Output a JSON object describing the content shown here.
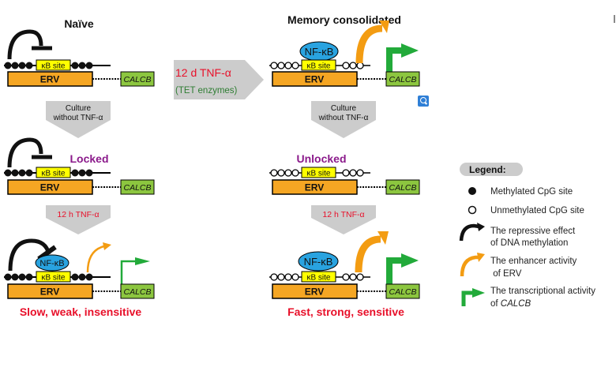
{
  "panels": {
    "naive": {
      "title": "Naïve",
      "kb_site": "κB site",
      "erv": "ERV",
      "gene": "CALCB"
    },
    "memory": {
      "title": "Memory consolidated",
      "nfkb": "NF-κB",
      "kb_site": "κB site",
      "erv": "ERV",
      "gene": "CALCB"
    },
    "locked": {
      "title": "Locked",
      "kb_site": "κB site",
      "erv": "ERV",
      "gene": "CALCB"
    },
    "unlocked": {
      "title": "Unlocked",
      "kb_site": "κB site",
      "erv": "ERV",
      "gene": "CALCB"
    },
    "slow": {
      "nfkb": "NF-κB",
      "kb_site": "κB site",
      "erv": "ERV",
      "gene": "CALCB",
      "caption": "Slow, weak, insensitive"
    },
    "fast": {
      "nfkb": "NF-κB",
      "kb_site": "κB site",
      "erv": "ERV",
      "gene": "CALCB",
      "caption": "Fast, strong, sensitive"
    }
  },
  "arrows": {
    "treatment_right": {
      "line1": "12 d TNF-α",
      "line2": "(TET enzymes)"
    },
    "culture_left": {
      "line1": "Culture",
      "line2": "without TNF-α"
    },
    "culture_right": {
      "line1": "Culture",
      "line2": "without TNF-α"
    },
    "tnf_left": {
      "line1": "12 h TNF-α"
    },
    "tnf_right": {
      "line1": "12 h TNF-α"
    }
  },
  "legend": {
    "title": "Legend:",
    "items": [
      {
        "label1": "Methylated CpG site",
        "label2": ""
      },
      {
        "label1": "Unmethylated CpG site",
        "label2": ""
      },
      {
        "label1": "The repressive effect",
        "label2": "of DNA methylation"
      },
      {
        "label1": "The enhancer activity",
        "label2": " of ERV"
      },
      {
        "label1": "The transcriptional activity",
        "label2": "of ",
        "label2_italic": "CALCB"
      }
    ]
  },
  "colors": {
    "erv": "#f5a623",
    "kb_site": "#ffff00",
    "gene": "#8cc63f",
    "nfkb": "#29a3e0",
    "enhancer": "#f39c12",
    "transcription": "#22aa3a",
    "red_text": "#e8102a",
    "purple_text": "#8b1a8b",
    "green_text": "#2e7d32",
    "arrow_gray": "#cccccc"
  }
}
